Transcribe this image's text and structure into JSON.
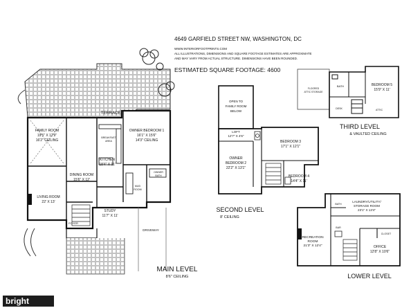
{
  "header": {
    "address": "4649 GARFIELD STREET NW, WASHINGTON, DC",
    "website": "WWW.INTERIORFOOTPRINTS.COM",
    "disclaimer_1": "ALL ILLUSTRATIONS, DIMENSIONS AND SQUARE FOOTAGE ESTIMATES ARE APPROXIMATE",
    "disclaimer_2": "AND MAY VARY FROM ACTUAL STRUCTURE. DIMENSIONS HAVE BEEN ROUNDED.",
    "sqft": "ESTIMATED SQUARE FOOTAGE: 4600"
  },
  "levels": {
    "main": {
      "title": "MAIN LEVEL",
      "ceiling": "8'6\" CEILING"
    },
    "second": {
      "title": "SECOND LEVEL",
      "ceiling": "8' CEILING"
    },
    "third": {
      "title": "THIRD LEVEL",
      "ceiling": "& VAULTED CEILING"
    },
    "lower": {
      "title": "LOWER LEVEL"
    }
  },
  "main_rooms": {
    "terrace": "TERRACE",
    "family_room": [
      "FAMILY ROOM",
      "19'5\" X 12'9\"",
      "16'2\" CEILING"
    ],
    "breakfast": [
      "BREAKFAST",
      "AREA"
    ],
    "kitchen": [
      "KITCHEN",
      "18'4\" X 11'"
    ],
    "owner_bed": [
      "OWNER BEDROOM 1",
      "16'1\" X 15'6\"",
      "14'3\" CEILING"
    ],
    "dining": [
      "DINING ROOM",
      "15'6\" X 12'"
    ],
    "living": [
      "LIVING ROOM",
      "22' X 13'"
    ],
    "study": [
      "STUDY",
      "11'7\" X 11'"
    ],
    "foyer": "FOYER",
    "mud_room": [
      "MUD",
      "ROOM"
    ],
    "owner_bath": [
      "OWNER",
      "BATH"
    ],
    "driveway": "DRIVEWAY"
  },
  "second_rooms": {
    "open_family": [
      "OPEN TO",
      "FAMILY ROOM",
      "BELOW"
    ],
    "loft": [
      "LOFT",
      "12'7\" X 4'6\""
    ],
    "owner_bed2": [
      "OWNER",
      "BEDROOM 2",
      "22'2\" X 13'1\""
    ],
    "bed3": [
      "BEDROOM 3",
      "17'1\" X 12'1\""
    ],
    "bed4": [
      "BEDROOM 4",
      "14'4\" X 11'"
    ]
  },
  "third_rooms": {
    "floored_attic": [
      "FLOORED",
      "ATTIC STORAGE"
    ],
    "bath": "BATH",
    "bed5": [
      "BEDROOM 5",
      "15'9\" X 11'"
    ],
    "desk": "DESK",
    "attic": "ATTIC"
  },
  "lower_rooms": {
    "laundry": [
      "LAUNDRY/UTILITY/",
      "STORAGE ROOM",
      "23'1\" X 13'4\""
    ],
    "rec": [
      "RECREATION",
      "ROOM",
      "21'3\" X 12'4\""
    ],
    "office": [
      "OFFICE",
      "12'8\" X 10'6\""
    ],
    "closet": "CLOSET",
    "bath": "BATH",
    "bar": "BAR"
  },
  "watermark": "bright"
}
